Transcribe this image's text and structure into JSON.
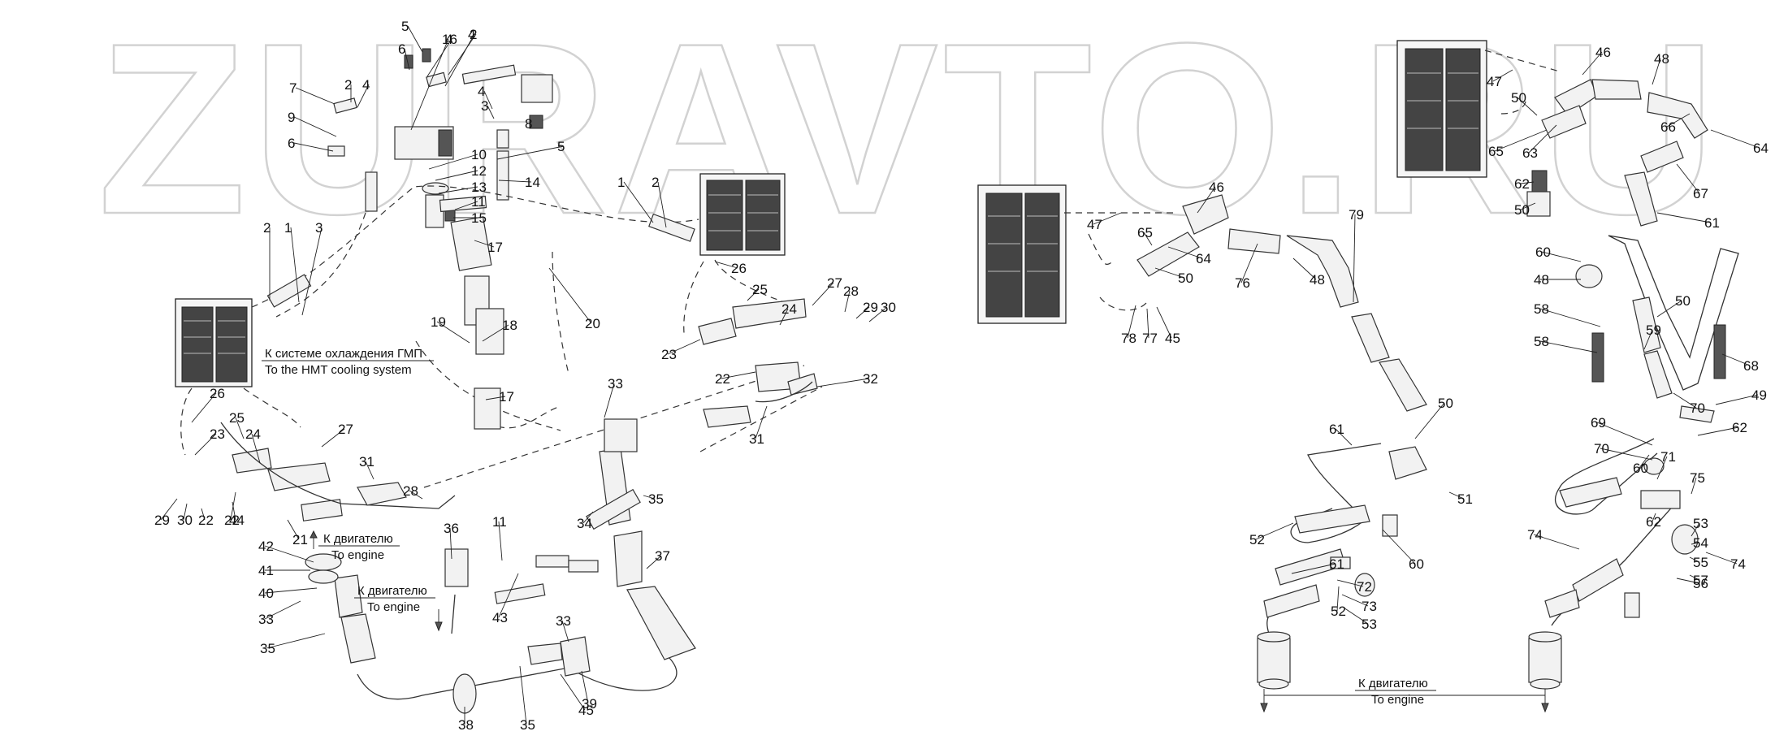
{
  "watermark": "ZURAVTO.RU",
  "notes": {
    "gmp_ru": "К системе охлаждения ГМП",
    "gmp_en": "To the HMT cooling system",
    "engine1_ru": "К двигателю",
    "engine1_en": "To engine",
    "engine2_ru": "К двигателю",
    "engine2_en": "To engine",
    "engine3_ru": "К двигателю",
    "engine3_en": "To engine"
  },
  "callouts": [
    "5",
    "2",
    "4",
    "6",
    "4",
    "7",
    "2",
    "4",
    "3",
    "8",
    "9",
    "6",
    "5",
    "10",
    "12",
    "13",
    "14",
    "11",
    "15",
    "16",
    "4",
    "2",
    "1",
    "3",
    "17",
    "1",
    "2",
    "19",
    "18",
    "17",
    "20",
    "26",
    "25",
    "27",
    "28",
    "29",
    "30",
    "24",
    "23",
    "22",
    "31",
    "32",
    "26",
    "25",
    "27",
    "23",
    "24",
    "22",
    "31",
    "28",
    "29",
    "30",
    "22",
    "44",
    "21",
    "33",
    "35",
    "34",
    "37",
    "36",
    "11",
    "43",
    "42",
    "41",
    "40",
    "33",
    "35",
    "33",
    "39",
    "38",
    "35",
    "45",
    "47",
    "46",
    "65",
    "64",
    "50",
    "76",
    "48",
    "79",
    "78",
    "77",
    "45",
    "47",
    "46",
    "50",
    "48",
    "66",
    "64",
    "65",
    "63",
    "62",
    "50",
    "67",
    "61",
    "60",
    "48",
    "50",
    "59",
    "58",
    "58",
    "68",
    "49",
    "70",
    "50",
    "69",
    "70",
    "62",
    "61",
    "60",
    "71",
    "75",
    "51",
    "52",
    "53",
    "54",
    "55",
    "57",
    "62",
    "61",
    "60",
    "72",
    "73",
    "53",
    "52",
    "74",
    "56",
    "74"
  ]
}
